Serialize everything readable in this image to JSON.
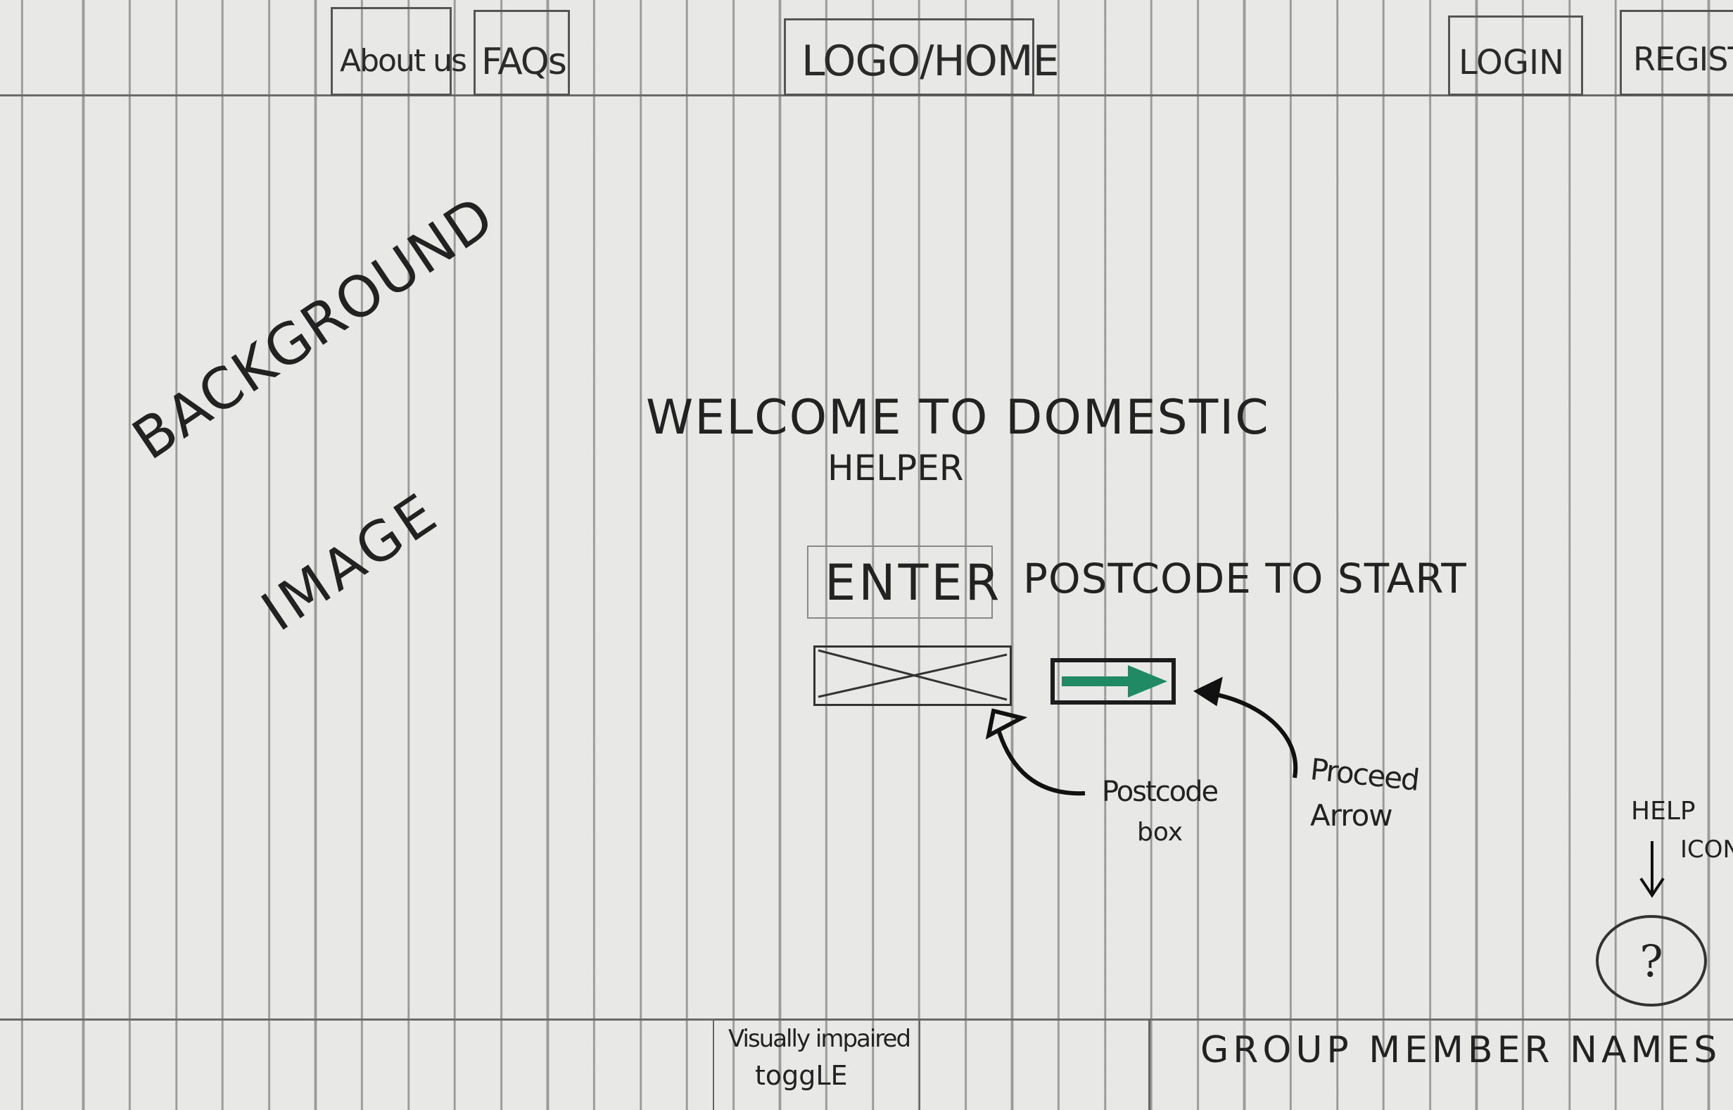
{
  "header": {
    "about_label": "About us",
    "faqs_label": "FAQs",
    "logo_label": "LOGO/HOME",
    "login_label": "LOGIN",
    "register_label": "REGISTE"
  },
  "background": {
    "line1": "BACKGROUND",
    "line2": "IMAGE"
  },
  "welcome": {
    "line1": "WELCOME TO DOMESTIC",
    "line2": "HELPER"
  },
  "prompt": {
    "enter": "ENTER",
    "rest": "POSTCODE TO START"
  },
  "annotations": {
    "postcode_box_line1": "Postcode",
    "postcode_box_line2": "box",
    "proceed_arrow_line1": "Proceed",
    "proceed_arrow_line2": "Arrow",
    "help_icon_line1": "HELP",
    "help_icon_line2": "ICON"
  },
  "help": {
    "symbol": "?"
  },
  "footer": {
    "toggle_line1": "Visually impaired",
    "toggle_line2": "toggLE",
    "group_members": "GROUP MEMBER NAMES"
  },
  "colors": {
    "paper": "#e8e8e6",
    "arrow_fill": "#1f8a63",
    "ink": "#222222"
  }
}
